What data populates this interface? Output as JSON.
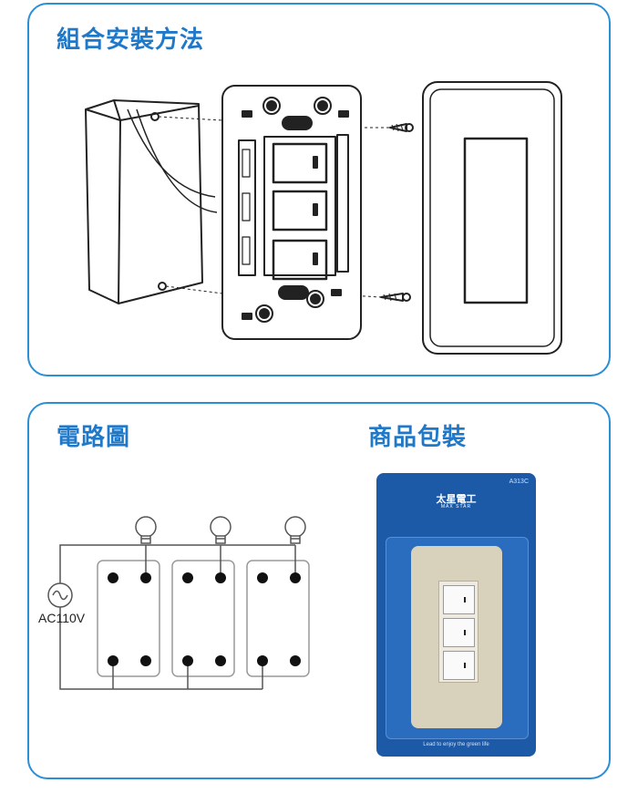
{
  "assembly": {
    "title": "組合安裝方法"
  },
  "circuit": {
    "title": "電路圖",
    "voltage_label": "AC110V"
  },
  "package": {
    "title": "商品包裝",
    "model": "A313C",
    "brand_cn": "太星電工",
    "brand_en": "MAX STAR",
    "slogan": "Lead to enjoy the green life"
  },
  "colors": {
    "accent": "#1f78c8",
    "border": "#2a8fd6",
    "package_blue": "#1c5aa8",
    "plate": "#d8d2bd"
  }
}
